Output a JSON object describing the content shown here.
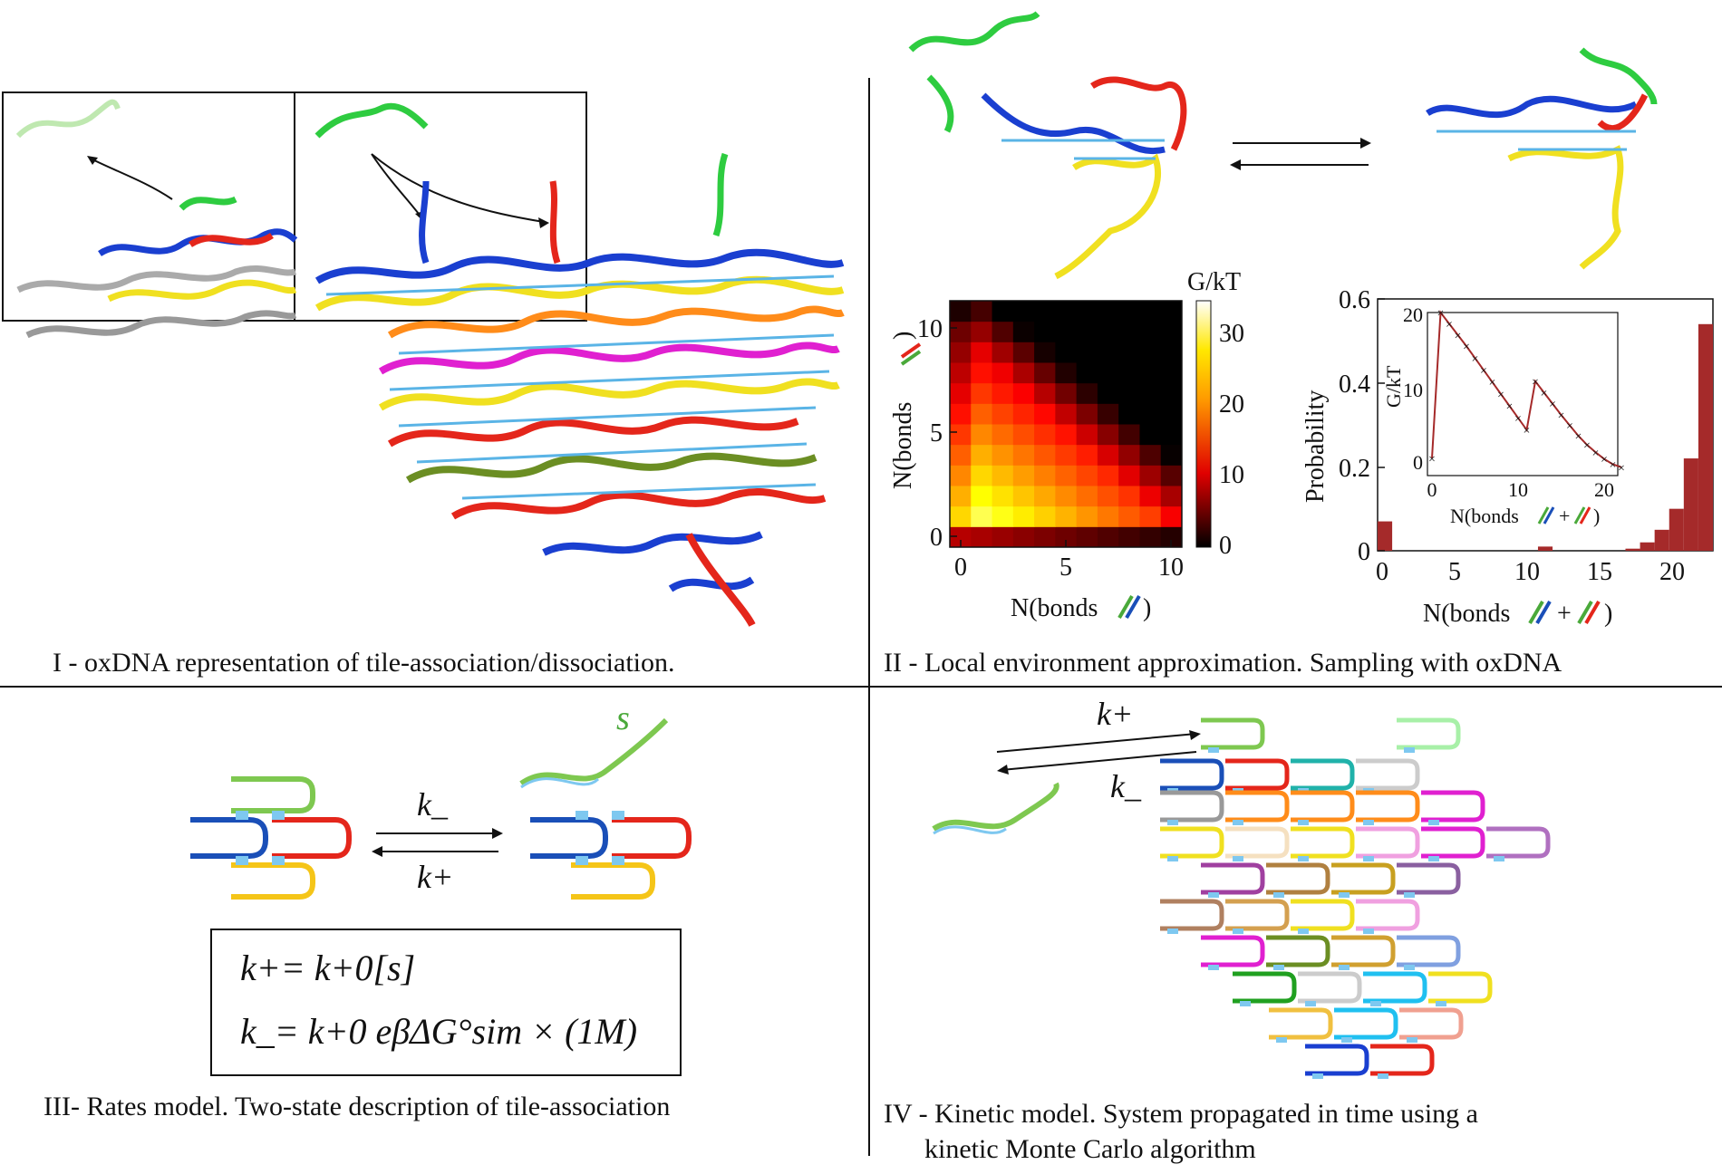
{
  "panels": {
    "p1": {
      "caption": "I - oxDNA representation of tile-association/dissociation."
    },
    "p2": {
      "caption": "II - Local environment approximation. Sampling with oxDNA",
      "heatmap": {
        "colorbar_title": "G/kT",
        "colorbar_ticks": [
          "30",
          "20",
          "10",
          "0"
        ],
        "x_ticks": [
          "0",
          "5",
          "10"
        ],
        "y_ticks": [
          "10",
          "5",
          "0"
        ],
        "x_label": "N(bonds",
        "y_label": "N(bonds",
        "label_close": ")"
      },
      "histogram": {
        "y_label": "Probability",
        "y_ticks": [
          "0.6",
          "0.4",
          "0.2",
          "0"
        ],
        "x_ticks": [
          "0",
          "5",
          "10",
          "15",
          "20"
        ],
        "x_label": "N(bonds",
        "x_label_plus": "+",
        "x_label_close": ")"
      },
      "inset": {
        "y_label": "G/kT",
        "y_ticks": [
          "20",
          "10",
          "0"
        ],
        "x_ticks": [
          "0",
          "10",
          "20"
        ],
        "x_label": "N(bonds",
        "x_label_plus": "+",
        "x_label_close": ")"
      }
    },
    "p3": {
      "caption": "III- Rates model. Two-state description of tile-association",
      "k_minus": "k_",
      "k_plus": "k+",
      "strand_label": "s",
      "eq1": "k+= k+0[s]",
      "eq2": "k_= k+0 eβΔG°sim × (1M)"
    },
    "p4": {
      "caption_line1": "IV - Kinetic model. System propagated in time using a",
      "caption_line2": "kinetic Monte Carlo algorithm",
      "k_plus": "k+",
      "k_minus": "k_"
    }
  },
  "chart_data": [
    {
      "type": "heatmap",
      "title": "",
      "xlabel": "N(bonds green-blue)",
      "ylabel": "N(bonds green-red)",
      "x_range": [
        0,
        10
      ],
      "y_range": [
        0,
        11
      ],
      "colorbar_label": "G/kT",
      "colorbar_range": [
        0,
        35
      ],
      "colormap": "hot"
    },
    {
      "type": "bar",
      "xlabel": "N(bonds green-blue + green-red)",
      "ylabel": "Probability",
      "ylim": [
        0,
        0.6
      ],
      "categories": [
        0,
        11,
        17,
        18,
        19,
        20,
        21,
        22
      ],
      "values": [
        0.07,
        0.01,
        0.005,
        0.02,
        0.05,
        0.1,
        0.22,
        0.54
      ],
      "color": "#a52a2a"
    },
    {
      "type": "line",
      "xlabel": "N(bonds green-blue + green-red)",
      "ylabel": "G/kT",
      "xlim": [
        0,
        22
      ],
      "ylim": [
        -1,
        20
      ],
      "x": [
        0,
        1,
        2,
        3,
        4,
        5,
        6,
        7,
        8,
        9,
        10,
        11,
        12,
        13,
        14,
        15,
        16,
        17,
        18,
        19,
        20,
        21,
        22
      ],
      "y": [
        0,
        19.5,
        18.0,
        16.5,
        15.0,
        13.4,
        11.8,
        10.2,
        8.6,
        7.0,
        5.4,
        3.8,
        10.3,
        8.8,
        7.3,
        5.8,
        4.4,
        3.0,
        1.8,
        0.8,
        -0.1,
        -0.8,
        -1.2
      ],
      "color": "#a52a2a"
    }
  ],
  "colors": {
    "green": "#4aa93a",
    "blue": "#1a4fb8",
    "red": "#e4261b",
    "yellow": "#f5c518",
    "lightblue": "#5ab4e6",
    "dark_red": "#a52a2a"
  }
}
